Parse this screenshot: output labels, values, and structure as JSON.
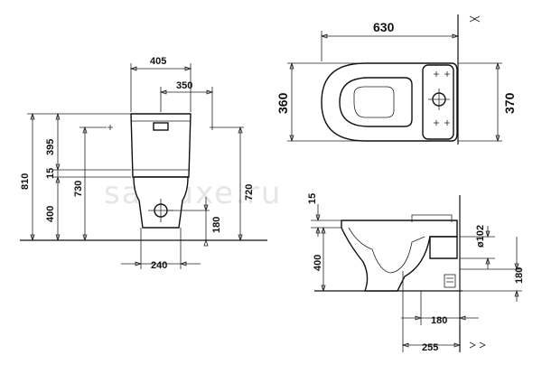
{
  "watermark": "sanluxe.ru",
  "front_view": {
    "width_overall": "405",
    "width_fixing": "350",
    "height_total": "810",
    "height_tank": "395",
    "height_gap": "15",
    "height_pan": "400",
    "height_fix_left": "730",
    "height_fix_right": "720",
    "height_outlet": "180",
    "base_width": "240"
  },
  "top_view": {
    "length": "630",
    "width_bowl": "360",
    "width_tank": "370"
  },
  "side_view": {
    "height_rim_offset": "15",
    "height_pan": "400",
    "outlet_diameter": "ø102",
    "outlet_height": "180",
    "outlet_offset": "180",
    "outlet_wall": "255"
  }
}
